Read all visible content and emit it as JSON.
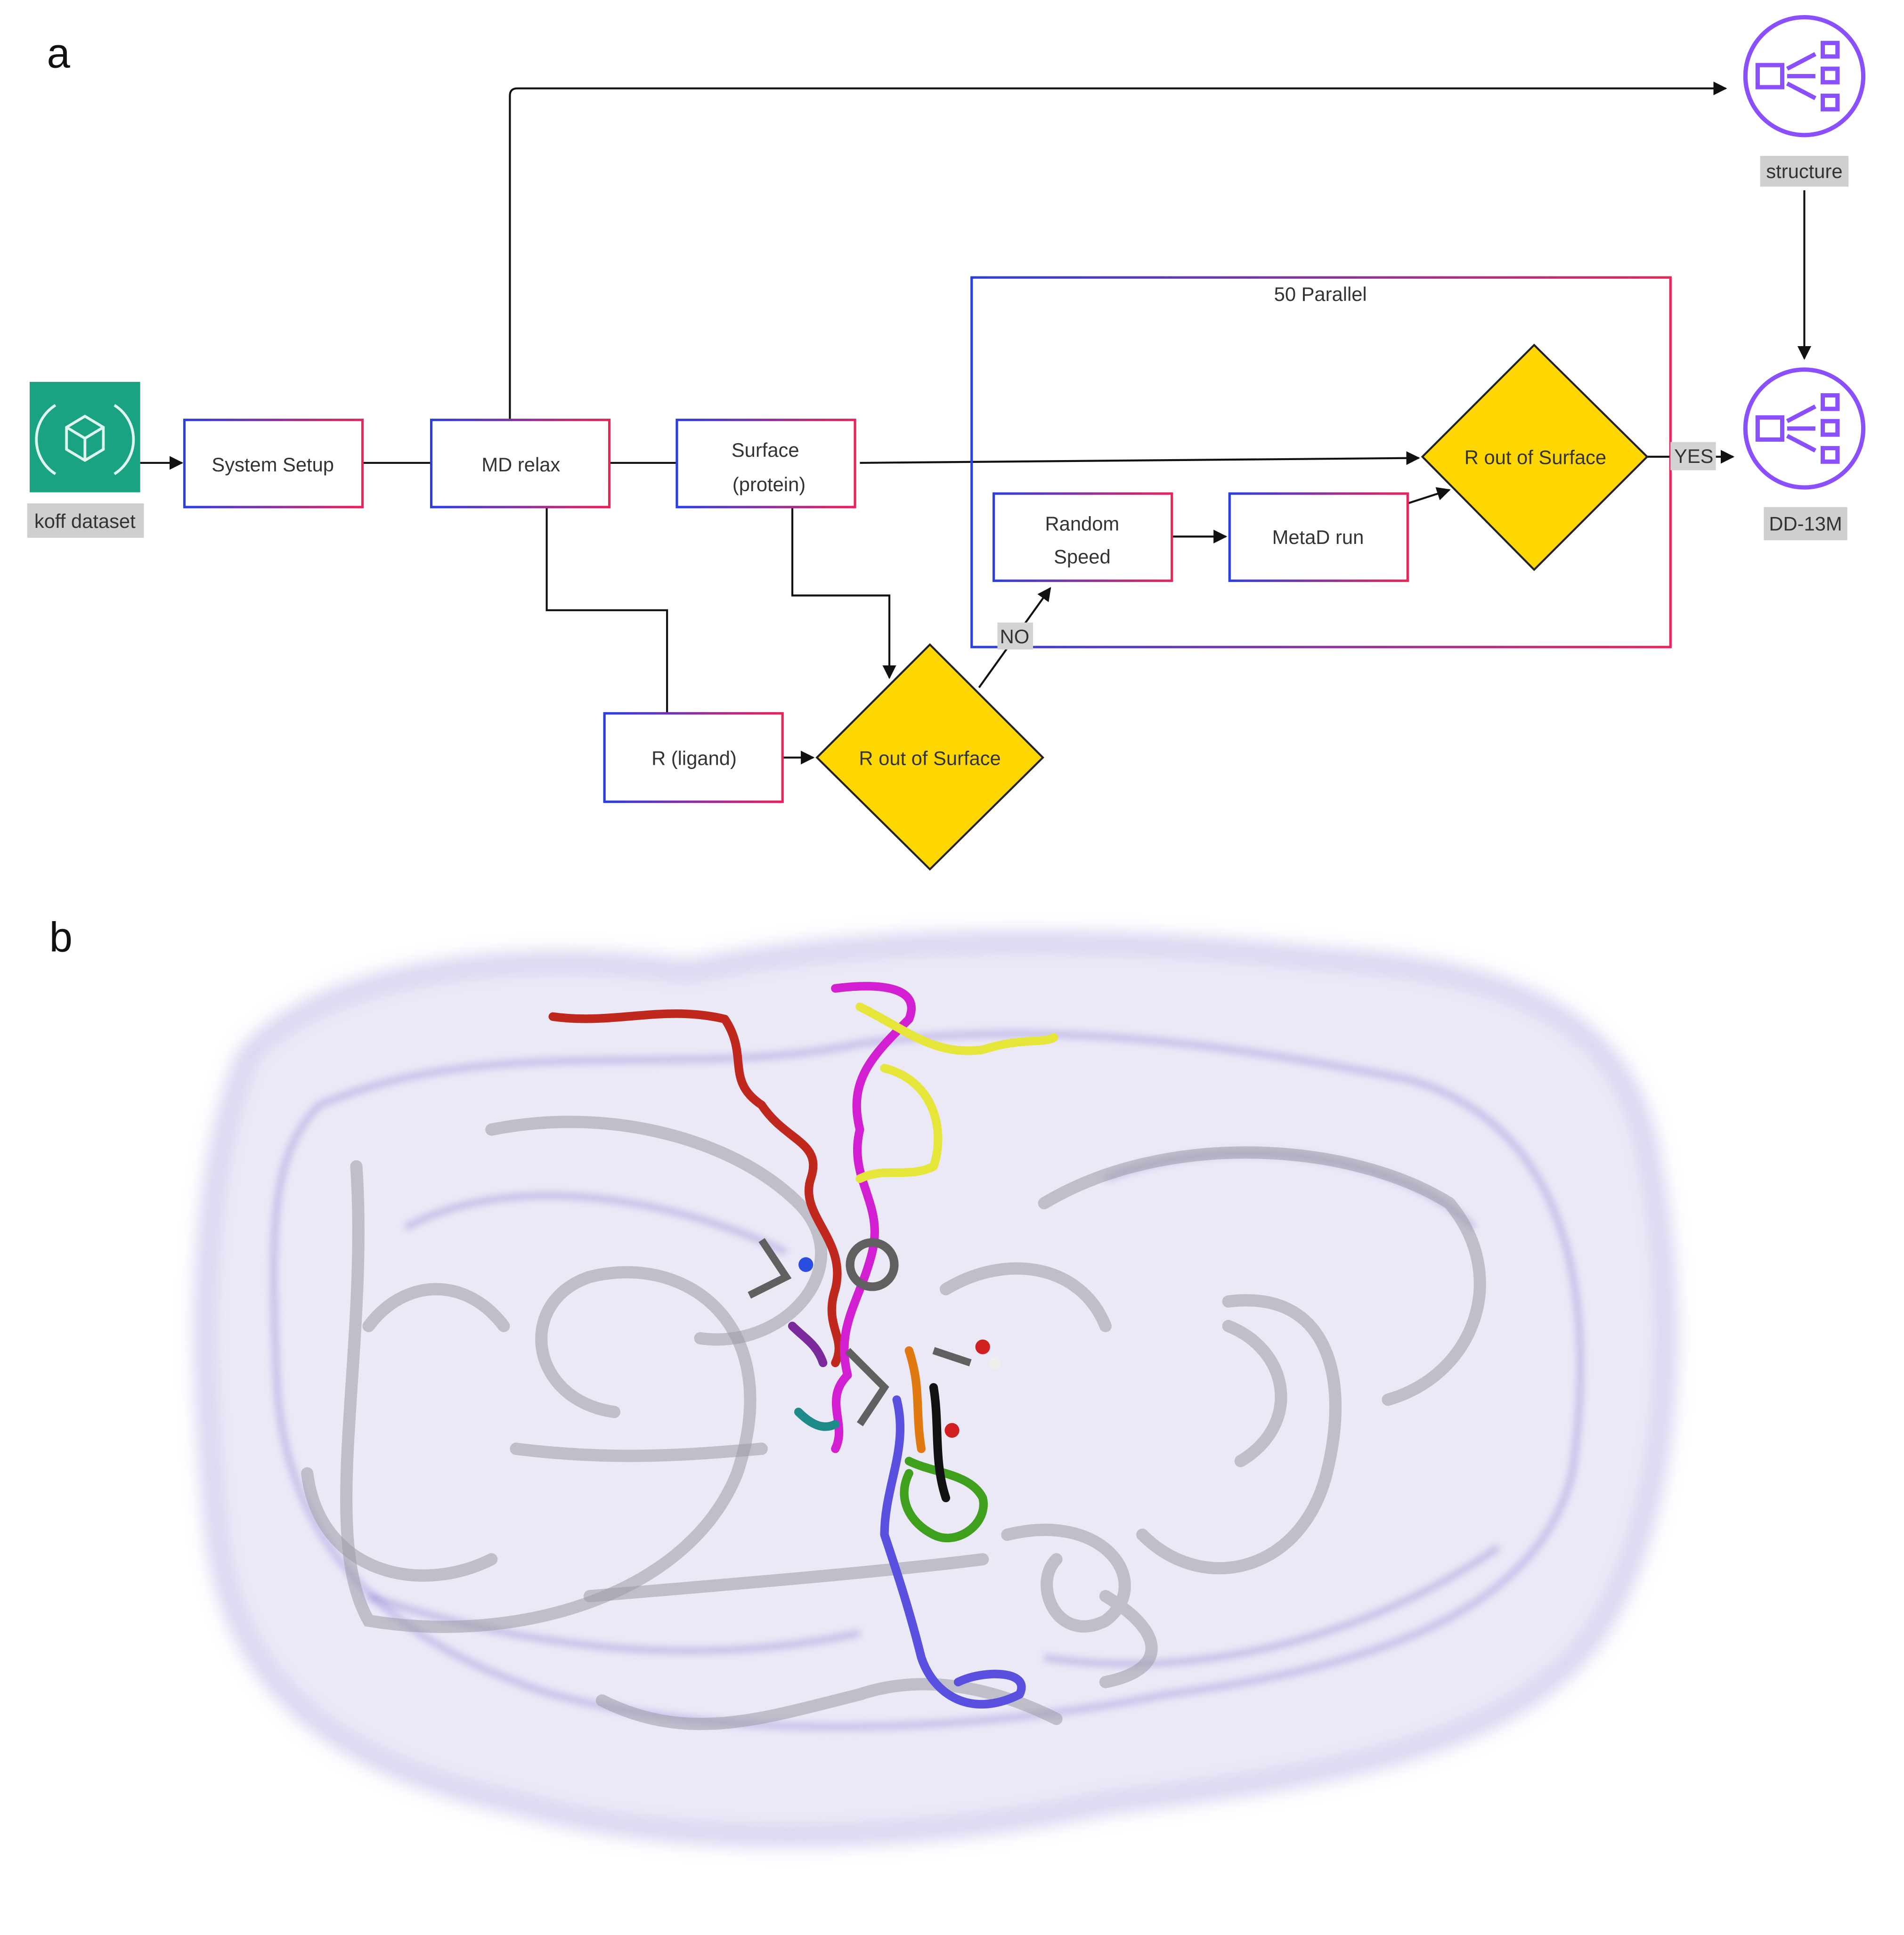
{
  "panels": {
    "a": "a",
    "b": "b"
  },
  "nodes": {
    "koff_dataset": "koff dataset",
    "system_setup": "System Setup",
    "md_relax": "MD relax",
    "surface_protein": [
      "Surface",
      "(protein)"
    ],
    "r_ligand": "R (ligand)",
    "r_out_of_surface_lower": "R out of Surface",
    "r_out_of_surface_upper": "R out of Surface",
    "random_speed": [
      "Random",
      "Speed"
    ],
    "metad_run": "MetaD run",
    "structure": "structure",
    "dd13m": "DD-13M"
  },
  "group": {
    "label": "50 Parallel"
  },
  "edges": {
    "yes": "YES",
    "no": "NO"
  },
  "colors": {
    "decision": "#FFD700",
    "dataset": "#1AA383",
    "output_icon": "#8A4FFF",
    "box_blue": "#2B3FE0",
    "box_red": "#E8245A",
    "surface_haze": "#7A6CD0",
    "trajectories": [
      "#C0281E",
      "#D21FD2",
      "#E6E63A",
      "#5A50E0",
      "#3FA01E",
      "#E07A10",
      "#1E8A8A",
      "#111111",
      "#7A2A9A"
    ]
  }
}
